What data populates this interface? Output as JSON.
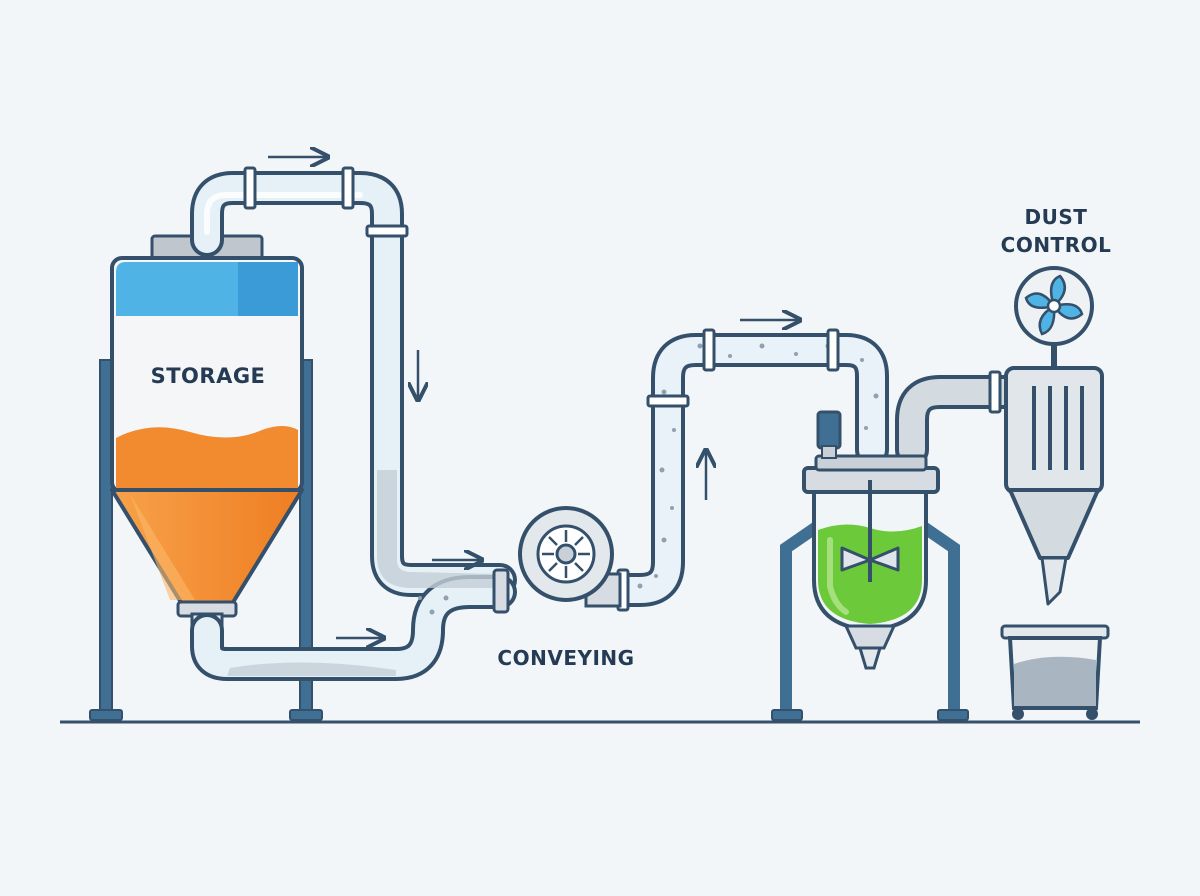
{
  "labels": {
    "storage": "STORAGE",
    "conveying": "CONVEYING",
    "dust_control_line1": "DUST",
    "dust_control_line2": "CONTROL"
  },
  "colors": {
    "outline": "#34506b",
    "pipe_fill": "#e9f2f8",
    "material_orange": "#f28a30",
    "silo_top_blue": "#4fb3e6",
    "mixer_green": "#6cc93a",
    "metal_gray": "#c9d0d7",
    "background": "#f3f6f9"
  },
  "icons": [
    "flow-arrow-icon",
    "fan-icon",
    "blower-rotor-icon",
    "agitator-icon",
    "motor-icon"
  ]
}
